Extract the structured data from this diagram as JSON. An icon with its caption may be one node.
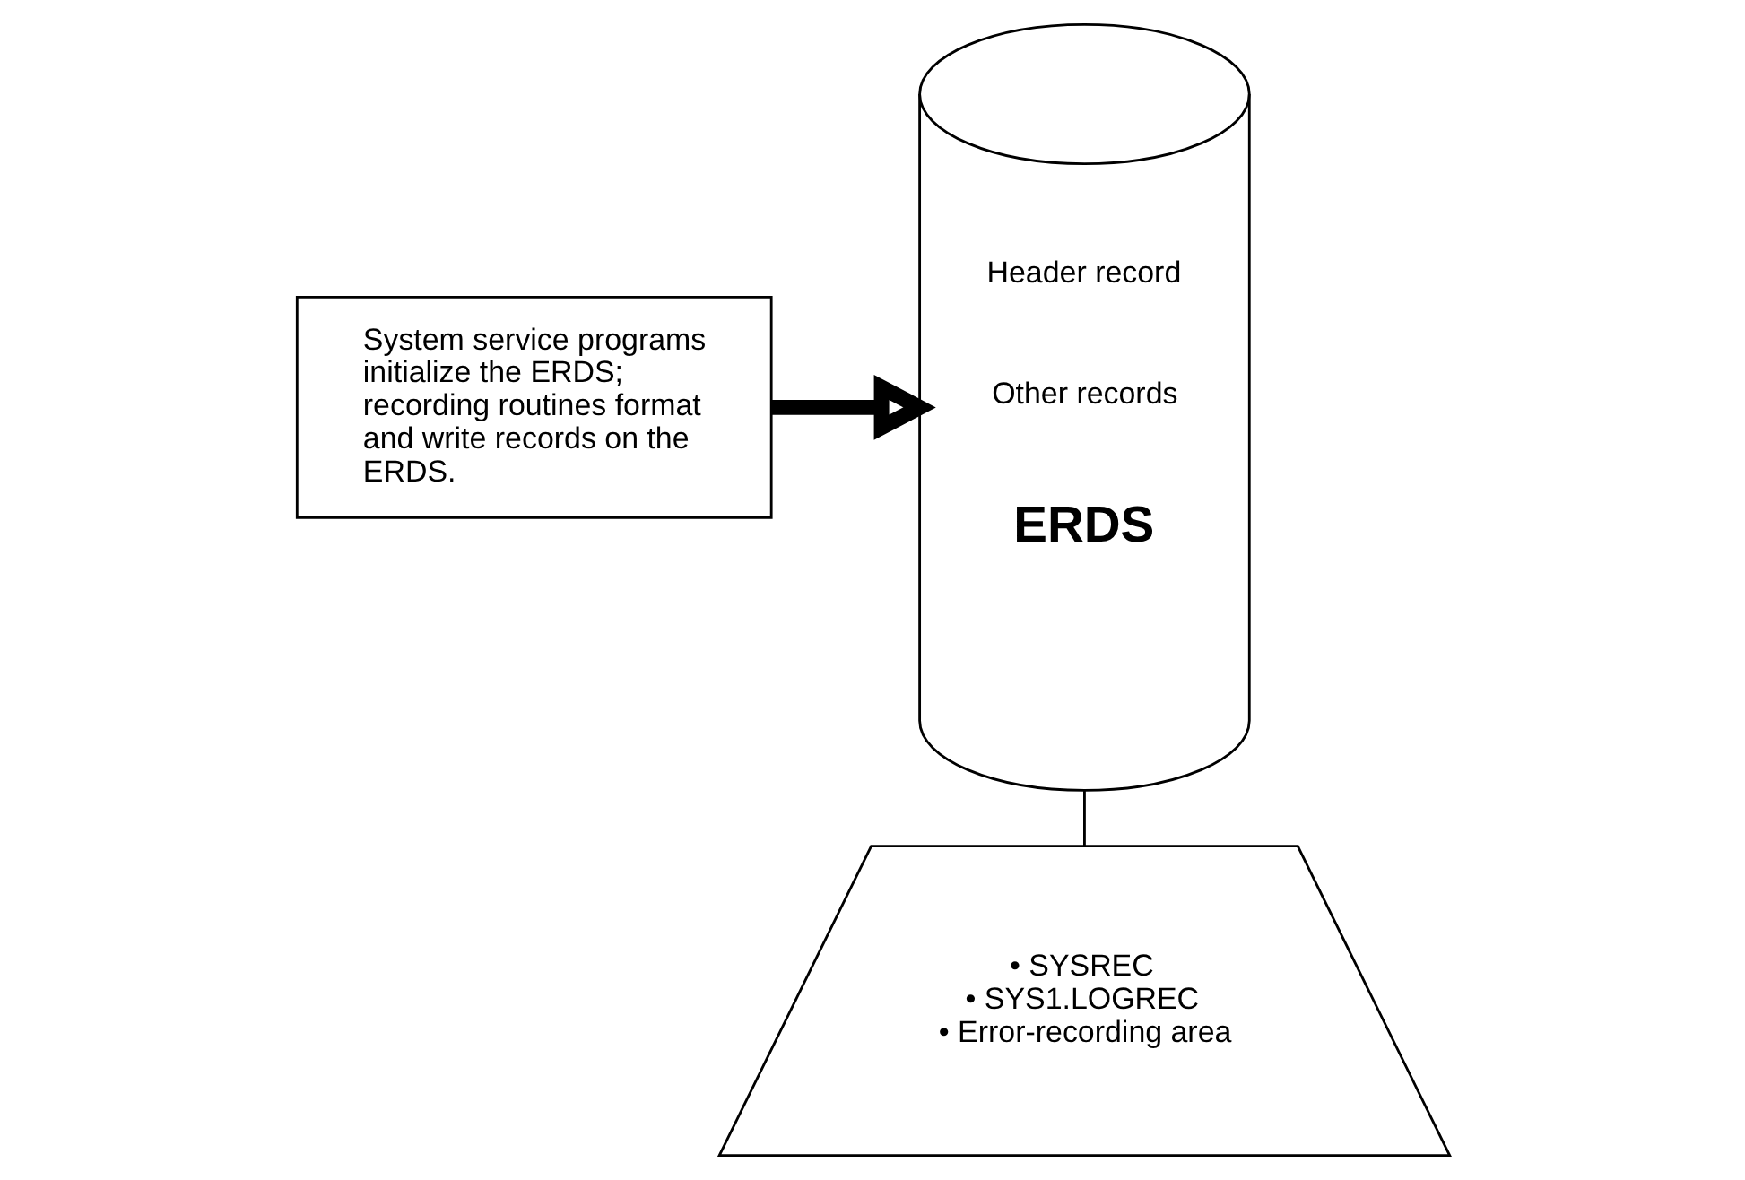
{
  "diagram": {
    "nodes": [
      {
        "text": [
          "System service programs initialize the ERDS; recording routines format and write records on the ERDS."
        ]
      },
      {
        "text": [
          "Header record",
          "Other records",
          "ERDS"
        ]
      },
      {
        "text": [
          "• SYSREC",
          "• SYS1.LOGREC",
          "• Error-recording area"
        ]
      }
    ],
    "edges": [
      {
        "from": 0,
        "to": 1,
        "arrow": "to",
        "style": "thick"
      },
      {
        "from": 1,
        "to": 2,
        "arrow": "none"
      }
    ]
  }
}
